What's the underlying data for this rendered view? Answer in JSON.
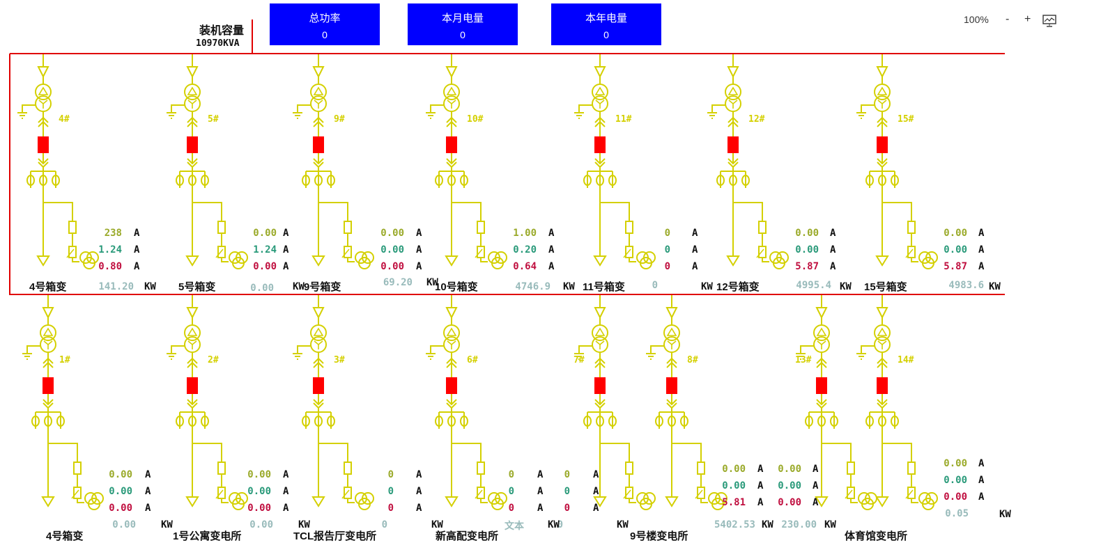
{
  "kpis": [
    {
      "label": "总功率",
      "value": "0"
    },
    {
      "label": "本月电量",
      "value": "0"
    },
    {
      "label": "本年电量",
      "value": "0"
    }
  ],
  "capacity": {
    "title": "装机容量",
    "value": "10970KVA"
  },
  "toolbar": {
    "zoom": "100%",
    "zoom_out": "-",
    "zoom_in": "+",
    "monitor_icon": "monitor-icon"
  },
  "units": {
    "amp": "A",
    "kw": "KW"
  },
  "colors": {
    "bus": "#E00000",
    "line": "#D4D000",
    "breaker": "#FF0000",
    "phase_a": "#9AAA2A",
    "phase_b": "#2A9A7A",
    "phase_c": "#C01040",
    "power": "#99BBBB",
    "kpi": "#0000FF"
  },
  "top_row": {
    "feeders": [
      {
        "id": "4#",
        "currents": [
          "238",
          "1.24",
          "0.80"
        ]
      },
      {
        "id": "5#",
        "currents": [
          "0.00",
          "1.24",
          "0.00"
        ]
      },
      {
        "id": "9#",
        "currents": [
          "0.00",
          "0.00",
          "0.00"
        ]
      },
      {
        "id": "10#",
        "currents": [
          "1.00",
          "0.20",
          "0.64"
        ]
      },
      {
        "id": "11#",
        "currents": [
          "0",
          "0",
          "0"
        ]
      },
      {
        "id": "12#",
        "currents": [
          "0.00",
          "0.00",
          "5.87"
        ]
      },
      {
        "id": "15#",
        "currents": [
          "0.00",
          "0.00",
          "5.87"
        ]
      }
    ],
    "names": [
      "4号箱变",
      "5号箱变",
      "9号箱变",
      "10号箱变",
      "11号箱变",
      "12号箱变",
      "15号箱变"
    ],
    "powers": [
      "141.20",
      "0.00",
      "69.20",
      "4746.9",
      "0",
      "4995.4",
      "4983.6"
    ]
  },
  "bottom_row": {
    "feeders": [
      {
        "id": "1#",
        "currents": [
          "0.00",
          "0.00",
          "0.00"
        ]
      },
      {
        "id": "2#",
        "currents": [
          "0.00",
          "0.00",
          "0.00"
        ]
      },
      {
        "id": "3#",
        "currents": [
          "0",
          "0",
          "0"
        ]
      },
      {
        "id": "6#",
        "currents": [
          "0",
          "0",
          "0"
        ],
        "currents2": [
          "0",
          "0",
          "0"
        ]
      },
      {
        "id": "7#",
        "currents": [
          "0.00",
          "0.00",
          "5.81"
        ]
      },
      {
        "id": "8#",
        "currents": [
          "0.00",
          "0.00",
          "0.00"
        ]
      },
      {
        "id": "13#",
        "currents": []
      },
      {
        "id": "14#",
        "currents": [
          "0.00",
          "0.00",
          "0.00"
        ]
      }
    ],
    "names": [
      "4号箱变",
      "1号公寓变电所",
      "TCL报告厅变电所",
      "新高配变电所",
      "9号楼变电所",
      "体育馆变电所"
    ],
    "powers": [
      "0.00",
      "0.00",
      "0",
      "文本",
      "0",
      "5402.53",
      "230.00",
      "0.05"
    ]
  }
}
